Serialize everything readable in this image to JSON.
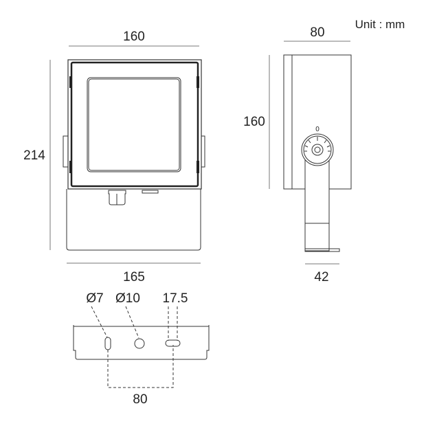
{
  "unit_label": "Unit : mm",
  "front_view": {
    "width_top": "160",
    "height": "214",
    "width_bottom": "165"
  },
  "side_view": {
    "depth": "80",
    "height": "160",
    "angle_zero": "0",
    "bracket_width": "42"
  },
  "bracket_view": {
    "hole_small": "Ø7",
    "hole_large": "Ø10",
    "slot_length": "17.5",
    "hole_spacing": "80"
  }
}
